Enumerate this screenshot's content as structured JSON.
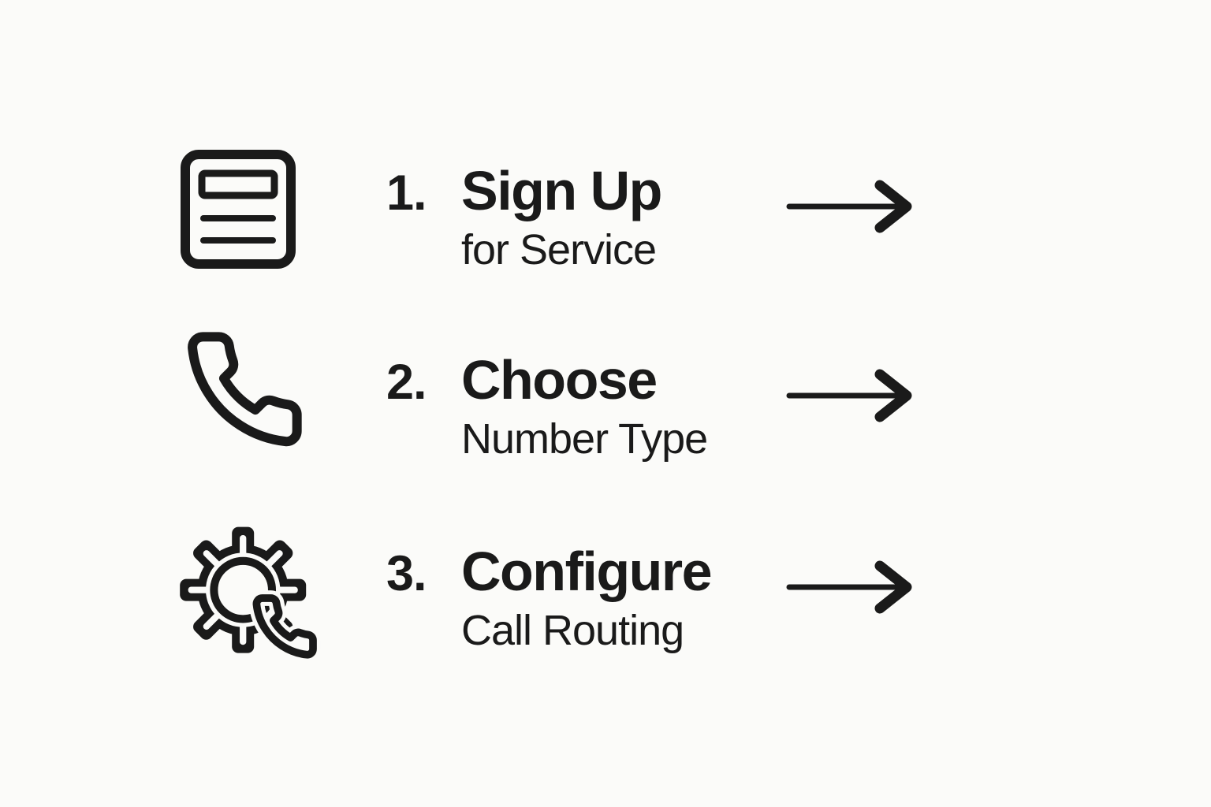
{
  "page": {
    "background_color": "#fbfbf9",
    "ink_color": "#1a1a1a",
    "description": "Three-step phone service setup process diagram"
  },
  "steps": [
    {
      "number": "1.",
      "title": "Sign Up",
      "subtitle": "for Service",
      "icon": "document-form-icon",
      "arrow": "right-arrow-icon"
    },
    {
      "number": "2.",
      "title": "Choose",
      "subtitle": "Number Type",
      "icon": "phone-icon",
      "arrow": "right-arrow-icon"
    },
    {
      "number": "3.",
      "title": "Configure",
      "subtitle": "Call Routing",
      "icon": "gear-phone-icon",
      "arrow": "right-arrow-icon"
    }
  ]
}
